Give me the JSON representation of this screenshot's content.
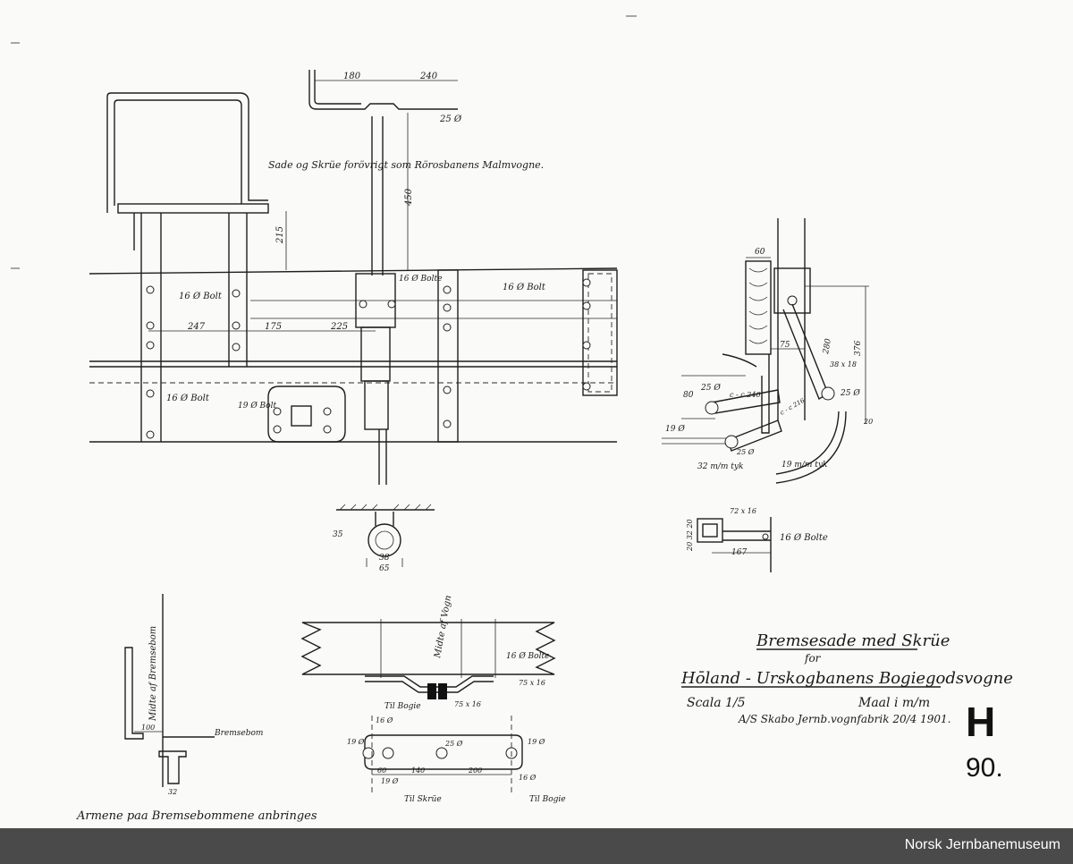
{
  "sheet": {
    "title": "Bremsesade med Skrüe",
    "title_for": "for",
    "subtitle": "Hōland - Urskogbanens Bogiegodsvogne",
    "scale": "Scala 1/5",
    "units": "Maal i m/m",
    "maker": "A/S Skabo Jernb.vognfabrik 20/4 1901.",
    "note": "Sade og Skrüe forövrigt som Rörosbanens Malmvogne.",
    "bottom_note": "Armene paa Bremsebommene anbringes",
    "stamp_letter": "H",
    "stamp_number": "90."
  },
  "labels": {
    "dim_180": "180",
    "dim_240": "240",
    "dim_25phi": "25 Ø",
    "dim_450": "450",
    "dim_215": "215",
    "dim_247": "247",
    "dim_175": "175",
    "dim_225": "225",
    "bolt_16_a": "16 Ø Bolt",
    "bolt_16_b": "16 Ø Bolte",
    "bolt_16_c": "16 Ø Bolt",
    "bolt_16_d": "16 Ø Bolt",
    "bolt_19": "19 Ø Bolt",
    "dim_35": "35",
    "dim_38": "38",
    "dim_65": "65",
    "side_60": "60",
    "side_75": "75",
    "side_80": "80",
    "side_280": "280",
    "side_376": "376",
    "side_25a": "25 Ø",
    "side_25b": "25 Ø",
    "side_19": "19 Ø",
    "side_38x18": "38 x 18",
    "side_oc240": "c - c 240",
    "side_oc216": "c - c 216",
    "side_32": "32 m/m tyk",
    "side_19tyk": "19 m/m tyk",
    "side_20": "20",
    "side_25c": "25 Ø",
    "small_72x16": "72 x 16",
    "small_167": "167",
    "small_bolt": "16 Ø Bolte",
    "small_dims": "20 32 20",
    "bogie_center": "Midte af Vogn",
    "bogie_bolt": "16 Ø Bolte",
    "bogie_75x16a": "75 x 16",
    "bogie_75x16b": "75 x 16",
    "link_til_bogie_a": "Til Bogie",
    "link_16a": "16 Ø",
    "link_19a": "19 Ø",
    "link_25": "25 Ø",
    "link_19b": "19 Ø",
    "link_60": "60",
    "link_140": "140",
    "link_200": "200",
    "link_19c": "19 Ø",
    "link_16b": "16 Ø",
    "link_til_skrue": "Til Skrüe",
    "link_til_bogie_b": "Til Bogie",
    "lever_vertical": "Midte af Bremsebom",
    "lever_100": "100",
    "lever_bremsebom": "Bremsebom",
    "lever_32": "32"
  },
  "footer": {
    "museum": "Norsk Jernbanemuseum"
  }
}
